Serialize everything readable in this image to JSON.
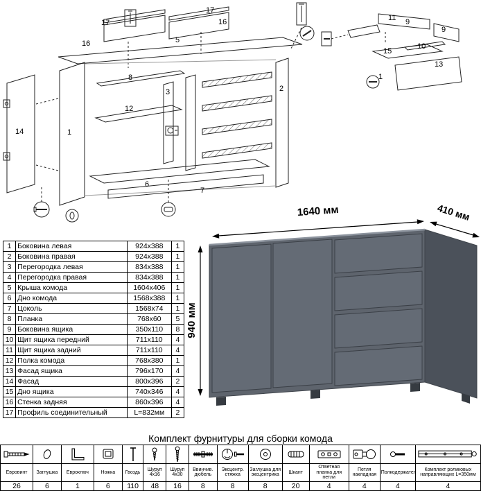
{
  "diagram": {
    "callouts": [
      "17",
      "16",
      "17",
      "16",
      "5",
      "8",
      "3",
      "12",
      "1",
      "14",
      "2",
      "6",
      "7",
      "11",
      "9",
      "9",
      "15",
      "10",
      "13",
      "1"
    ]
  },
  "dimensions": {
    "width": "1640 мм",
    "depth": "410 мм",
    "height": "940 мм"
  },
  "parts_table": {
    "rows": [
      {
        "num": "1",
        "name": "Боковина левая",
        "size": "924x388",
        "qty": "1"
      },
      {
        "num": "2",
        "name": "Боковина правая",
        "size": "924x388",
        "qty": "1"
      },
      {
        "num": "3",
        "name": "Перегородка левая",
        "size": "834x388",
        "qty": "1"
      },
      {
        "num": "4",
        "name": "Перегородка правая",
        "size": "834x388",
        "qty": "1"
      },
      {
        "num": "5",
        "name": "Крыша комода",
        "size": "1604x406",
        "qty": "1"
      },
      {
        "num": "6",
        "name": "Дно комода",
        "size": "1568x388",
        "qty": "1"
      },
      {
        "num": "7",
        "name": "Цоколь",
        "size": "1568x74",
        "qty": "1"
      },
      {
        "num": "8",
        "name": "Планка",
        "size": "768x60",
        "qty": "5"
      },
      {
        "num": "9",
        "name": "Боковина ящика",
        "size": "350x110",
        "qty": "8"
      },
      {
        "num": "10",
        "name": "Щит ящика передний",
        "size": "711x110",
        "qty": "4"
      },
      {
        "num": "11",
        "name": "Щит ящика задний",
        "size": "711x110",
        "qty": "4"
      },
      {
        "num": "12",
        "name": "Полка комода",
        "size": "768x380",
        "qty": "1"
      },
      {
        "num": "13",
        "name": "Фасад ящика",
        "size": "796x170",
        "qty": "4"
      },
      {
        "num": "14",
        "name": "Фасад",
        "size": "800x396",
        "qty": "2"
      },
      {
        "num": "15",
        "name": "Дно ящика",
        "size": "740x346",
        "qty": "4"
      },
      {
        "num": "16",
        "name": "Стенка задняя",
        "size": "860x396",
        "qty": "4"
      },
      {
        "num": "17",
        "name": "Профиль соединительный",
        "size": "L=832мм",
        "qty": "2"
      }
    ]
  },
  "hardware": {
    "title": "Комплект фурнитуры для сборки комода",
    "items": [
      {
        "name": "Евровинт",
        "qty": "26",
        "icon": "confirmat-screw"
      },
      {
        "name": "Заглушка",
        "qty": "6",
        "icon": "cap-plug"
      },
      {
        "name": "Евроключ",
        "qty": "1",
        "icon": "hex-key"
      },
      {
        "name": "Ножка",
        "qty": "6",
        "icon": "leg"
      },
      {
        "name": "Гвоздь",
        "qty": "110",
        "icon": "nail"
      },
      {
        "name": "Шуруп 4x16",
        "qty": "48",
        "icon": "screw-4x16"
      },
      {
        "name": "Шуруп 4x30",
        "qty": "16",
        "icon": "screw-4x30"
      },
      {
        "name": "Ввинчив. дюбель",
        "qty": "8",
        "icon": "dowel-screw"
      },
      {
        "name": "Эксцентр. стяжка",
        "qty": "8",
        "icon": "cam-lock"
      },
      {
        "name": "Заглушка для эксцентрика",
        "qty": "8",
        "icon": "cam-cap"
      },
      {
        "name": "Шкант",
        "qty": "20",
        "icon": "wood-dowel"
      },
      {
        "name": "Ответная планка для петли",
        "qty": "4",
        "icon": "hinge-plate"
      },
      {
        "name": "Петля накладная",
        "qty": "4",
        "icon": "hinge"
      },
      {
        "name": "Полкодержатель",
        "qty": "4",
        "icon": "shelf-support"
      },
      {
        "name": "Комплект роликовых направляющих L=350мм",
        "qty": "4",
        "icon": "drawer-slide"
      }
    ]
  }
}
